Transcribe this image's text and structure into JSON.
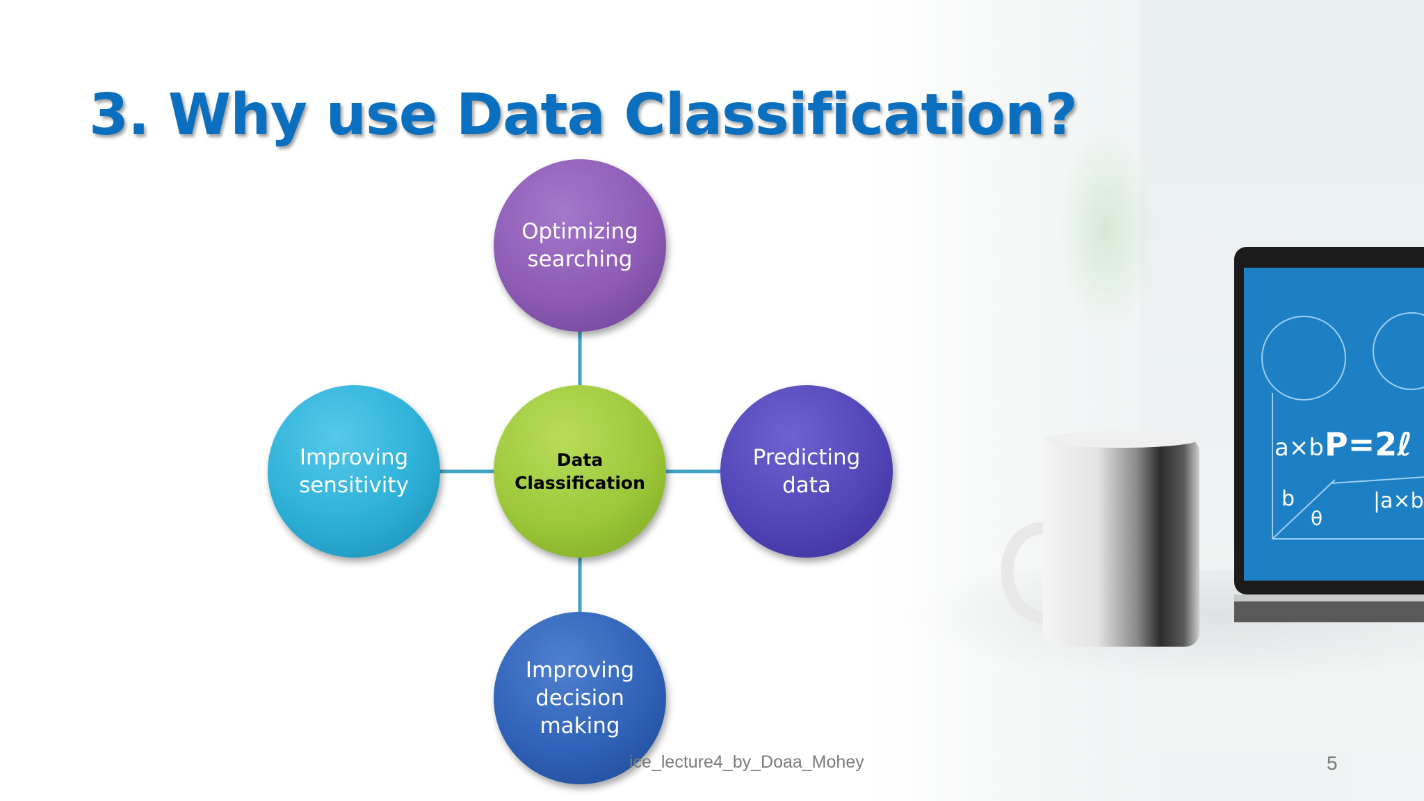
{
  "slide": {
    "title": "3. Why use Data Classification?",
    "footer_text": "ice_lecture4_by_Doaa_Mohey",
    "page_number": "5"
  },
  "diagram": {
    "center": {
      "label": "Data Classification",
      "color": "#9cc83a"
    },
    "nodes": [
      {
        "id": "top",
        "label": "Optimizing searching",
        "color": "#8e5bb5"
      },
      {
        "id": "right",
        "label": "Predicting data",
        "color": "#5245b8"
      },
      {
        "id": "bottom",
        "label": "Improving decision making",
        "color": "#2f62b8"
      },
      {
        "id": "left",
        "label": "Improving sensitivity",
        "color": "#2cb0d8"
      }
    ],
    "connector_color": "#3fa3c4"
  },
  "background_image": {
    "screen_text": [
      "a×b",
      "P=2ℓ",
      "b",
      "θ",
      "|a×b|"
    ]
  }
}
